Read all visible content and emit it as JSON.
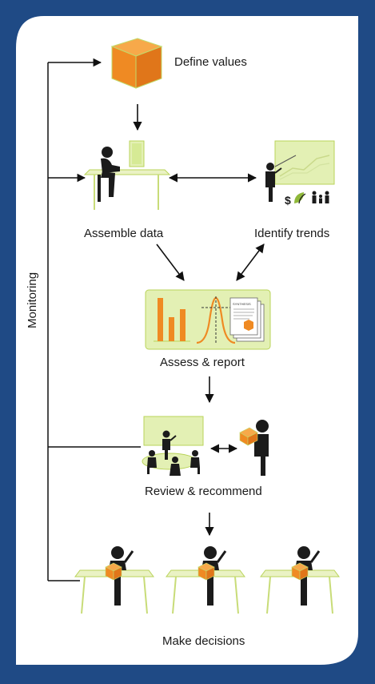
{
  "colors": {
    "frame": "#1f4a85",
    "panel": "#ffffff",
    "orange": "#ef8a23",
    "green_light": "#e3f0b4",
    "green_stroke": "#b9d35a",
    "figure": "#1b1b1b"
  },
  "labels": {
    "define_values": "Define values",
    "assemble_data": "Assemble data",
    "identify_trends": "Identify trends",
    "assess_report": "Assess & report",
    "review_recommend": "Review & recommend",
    "make_decisions": "Make decisions",
    "monitoring": "Monitoring"
  },
  "report_sheet": {
    "heading": "SYNTHESIS"
  },
  "trend_symbols": {
    "dollar": "$"
  }
}
